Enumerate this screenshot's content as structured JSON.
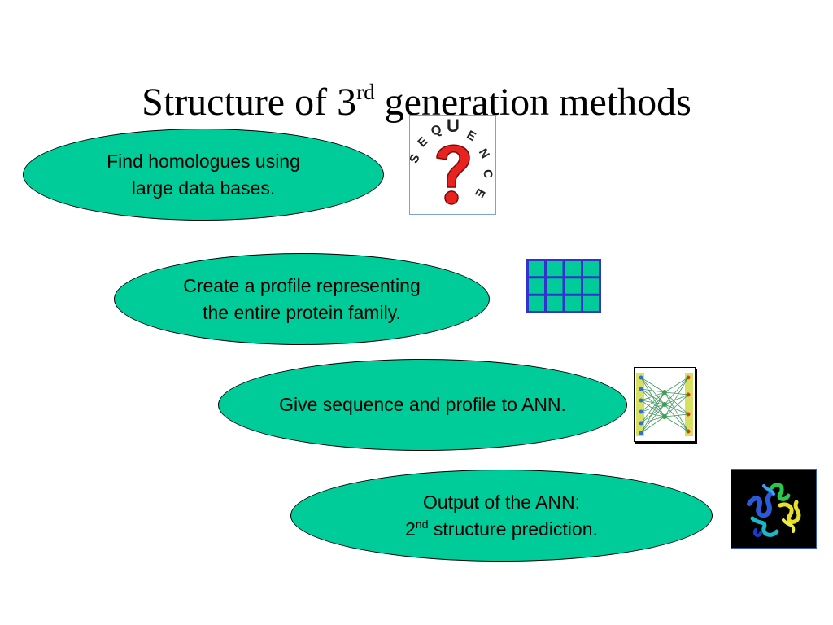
{
  "slide": {
    "title": {
      "before": "Structure of 3",
      "sup": "rd",
      "after": " generation methods"
    },
    "steps": [
      {
        "line1": "Find homologues using",
        "line2": "large data bases."
      },
      {
        "line1": "Create a profile representing",
        "line2": "the entire protein family."
      },
      {
        "line1": "Give sequence and profile to ANN."
      },
      {
        "line1": "Output of the ANN:",
        "line2_prefix": "2",
        "line2_sup": "nd",
        "line2_suffix": " structure prediction."
      }
    ],
    "sequence_logo_text": "SEQUENCE",
    "sequence_logo_letters": [
      "S",
      "E",
      "Q",
      "U",
      "E",
      "N",
      "C",
      "E"
    ]
  },
  "colors": {
    "ellipse_fill": "#00cc99",
    "grid_fill": "#00cc99",
    "grid_border": "#3333cc",
    "question_mark": "#e8231f",
    "protein_bg": "#000000"
  },
  "icons": [
    "sequence-question-icon",
    "profile-grid-icon",
    "neural-network-icon",
    "protein-structure-icon"
  ]
}
